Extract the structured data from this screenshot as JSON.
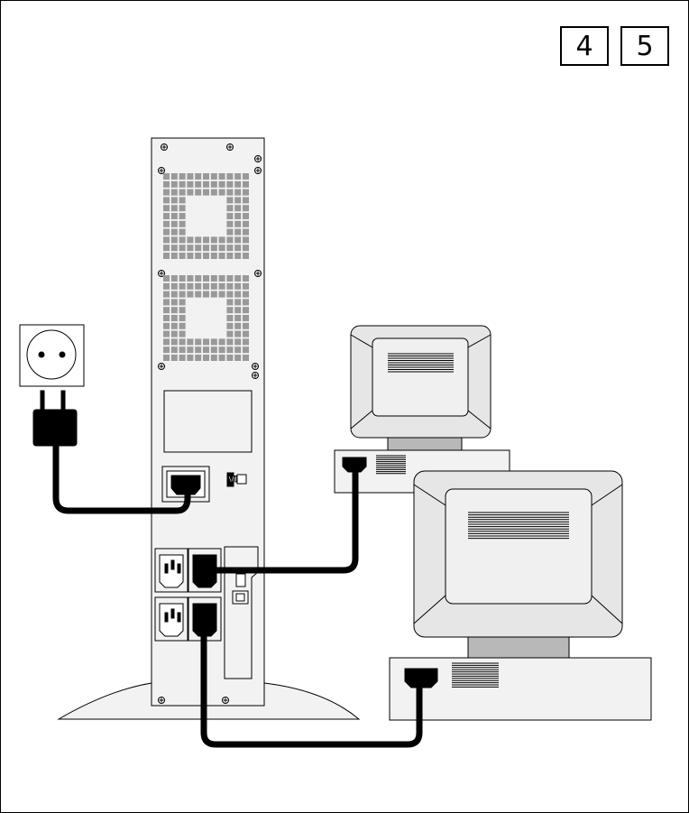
{
  "steps": [
    "4",
    "5"
  ],
  "ups": {
    "port_badge_label": "VFI"
  },
  "colors": {
    "line": "#000000",
    "panel": "#f2f2f2",
    "vent": "#999999",
    "monitor": "#e6e6e6",
    "screen": "#f0f0f0",
    "stand": "#b8b8b8",
    "cable": "#000000"
  }
}
